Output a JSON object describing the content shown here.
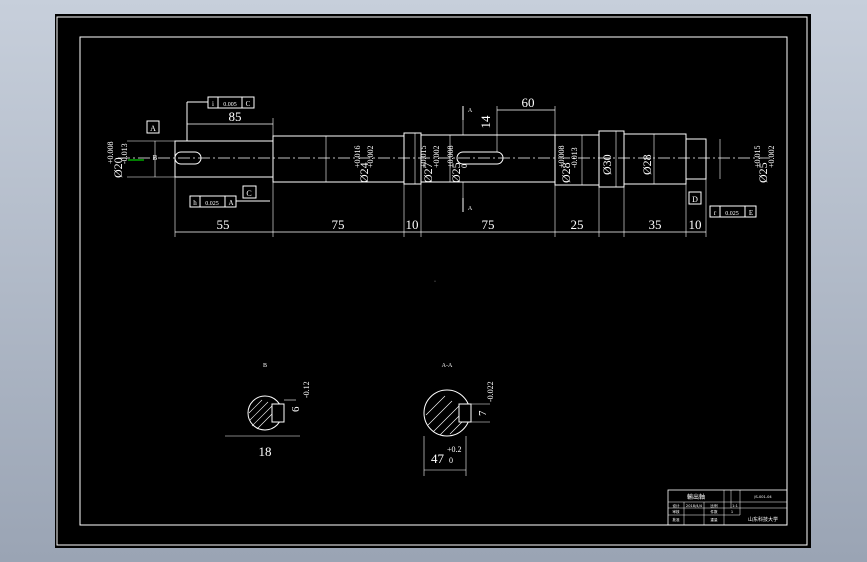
{
  "drawing": {
    "background_color": "#000000",
    "line_color": "#ffffff",
    "accent_color": "#00ff00",
    "dimensions": {
      "top_85": "85",
      "top_60": "60",
      "key_14": "14",
      "bottom_55": "55",
      "bottom_75a": "75",
      "bottom_10a": "10",
      "bottom_75b": "75",
      "bottom_25": "25",
      "bottom_35": "35",
      "bottom_10b": "10",
      "section_18": "18"
    },
    "diameters": {
      "d20": "Ø20",
      "d20_tol_up": "+0.008",
      "d20_tol_lo": "-0.013",
      "d24": "Ø24",
      "d24_tol_up": "+0.016",
      "d24_tol_lo": "+0.002",
      "d27": "Ø27",
      "d27_tol_up": "+0.015",
      "d27_tol_lo": "+0.002",
      "d25a": "Ø25",
      "d25a_tol_up": "+0.008",
      "d25a_tol_lo": "0",
      "d28a": "Ø28",
      "d28a_tol_up": "+0.008",
      "d28a_tol_lo": "-0.013",
      "d30": "Ø30",
      "d28b": "Ø28",
      "d25b": "Ø25",
      "d25b_tol_up": "+0.015",
      "d25b_tol_lo": "+0.002"
    },
    "datums": {
      "A": "A",
      "B": "B",
      "C": "C",
      "D": "D",
      "E": "E"
    },
    "tolerance_frames": {
      "f1_symbol": "i",
      "f1_value": "0.005",
      "f1_datum": "C",
      "f2_symbol": "h",
      "f2_value": "0.025",
      "f2_datum": "A",
      "f3_symbol": "r",
      "f3_value": "0.025",
      "f3_datum": "E"
    },
    "sections": {
      "b_label": "B",
      "aa_label": "A-A",
      "arrow_a": "A",
      "b_depth": "6",
      "b_depth_tol": "-0.12",
      "aa_depth": "7",
      "aa_depth_tol": "-0.022",
      "aa_width": "47",
      "aa_width_up": "+0.2",
      "aa_width_lo": "0"
    },
    "title_block": {
      "part_name": "輸出軸",
      "row1": [
        "设计",
        "2018/4/4",
        "比例",
        "1:1"
      ],
      "row2": [
        "审核",
        "",
        "件数",
        "1"
      ],
      "row3": [
        "批准",
        "",
        "重量",
        ""
      ],
      "drawing_no": "1:1",
      "school": "山东科技大学",
      "doc_no": "JS-001-04"
    }
  }
}
